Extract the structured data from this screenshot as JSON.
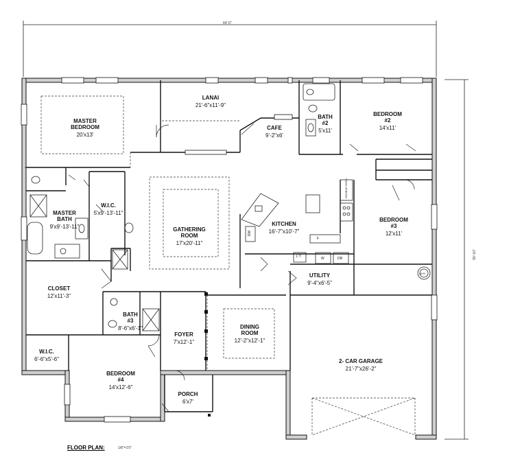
{
  "plan_title": "FLOOR PLAN:",
  "scale_note": "1/8\"=1'0\"",
  "overall_width": "64'-0\"",
  "overall_depth": "55'-10\"",
  "rooms": [
    {
      "id": "lanai",
      "name": "LANAI",
      "dims": "21'-6\"x11'-9\""
    },
    {
      "id": "master-bedroom",
      "name": "MASTER\nBEDROOM",
      "dims": "20'x13'"
    },
    {
      "id": "cafe",
      "name": "CAFE",
      "dims": "9'-2\"x6'"
    },
    {
      "id": "bath-2",
      "name": "BATH\n#2",
      "dims": "5'x11'"
    },
    {
      "id": "bedroom-2",
      "name": "BEDROOM\n#2",
      "dims": "14'x11'"
    },
    {
      "id": "master-bath",
      "name": "MASTER\nBATH",
      "dims": "9'x9'-13'-11\""
    },
    {
      "id": "wic-master",
      "name": "W.I.C.",
      "dims": "5'x9'-13'-11\""
    },
    {
      "id": "gathering-room",
      "name": "GATHERING\nROOM",
      "dims": "17'x20'-11\""
    },
    {
      "id": "kitchen",
      "name": "KITCHEN",
      "dims": "16'-7\"x10'-7\""
    },
    {
      "id": "bedroom-3",
      "name": "BEDROOM\n#3",
      "dims": "12'x11'"
    },
    {
      "id": "closet",
      "name": "CLOSET",
      "dims": "12'x11'-3\""
    },
    {
      "id": "utility",
      "name": "UTILITY",
      "dims": "9'-4\"x6'-5\""
    },
    {
      "id": "bath-3",
      "name": "BATH\n#3",
      "dims": "8'-6\"x6'-1\""
    },
    {
      "id": "foyer",
      "name": "FOYER",
      "dims": "7'x12'-1\""
    },
    {
      "id": "dining-room",
      "name": "DINING\nROOM",
      "dims": "12'-2\"x12'-1\""
    },
    {
      "id": "garage",
      "name": "2- CAR GARAGE",
      "dims": "21'-7\"x26'-2\""
    },
    {
      "id": "wic-bedroom4",
      "name": "W.I.C.",
      "dims": "6'-6\"x5'-6\""
    },
    {
      "id": "bedroom-4",
      "name": "BEDROOM\n#4",
      "dims": "14'x12'-6\""
    },
    {
      "id": "porch",
      "name": "PORCH",
      "dims": "6'x7'"
    }
  ],
  "fixture_labels": {
    "dw": "DW",
    "lt": "L'T",
    "washer": "W",
    "dryer": "DR",
    "water_heater": "W.H.",
    "double_oven": "DOUBLE OVEN",
    "fridge": "F"
  }
}
